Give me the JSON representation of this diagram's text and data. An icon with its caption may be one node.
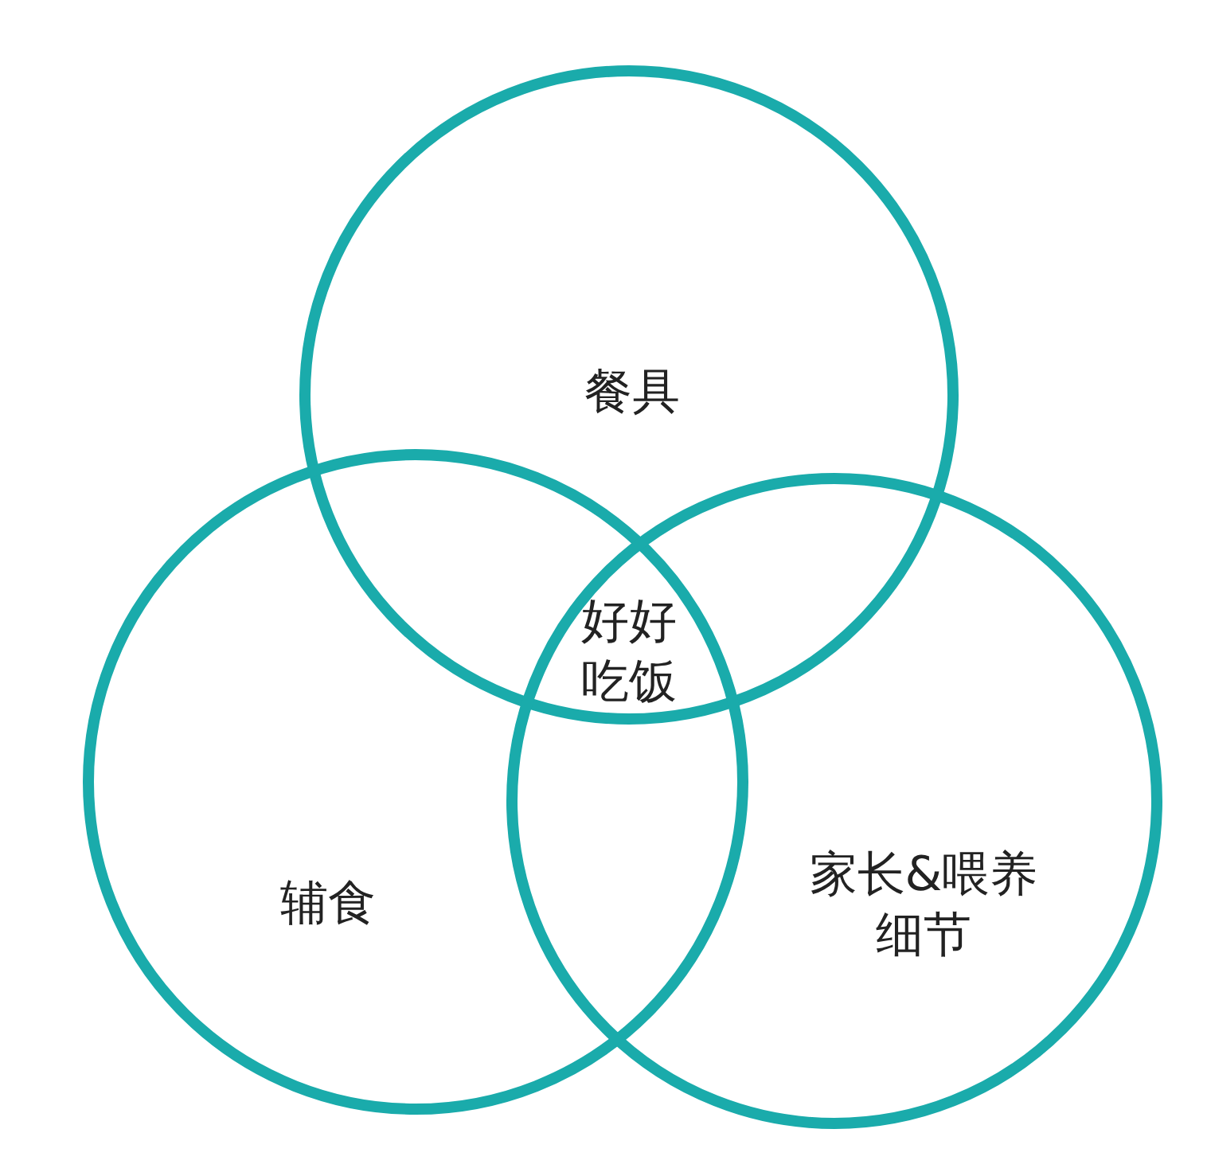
{
  "diagram": {
    "nodes": [
      {
        "text": [
          "餐具"
        ]
      },
      {
        "text": [
          "辅食"
        ]
      },
      {
        "text": [
          "家长&喂养细节"
        ]
      }
    ],
    "labels": [
      "好好吃饭"
    ]
  }
}
